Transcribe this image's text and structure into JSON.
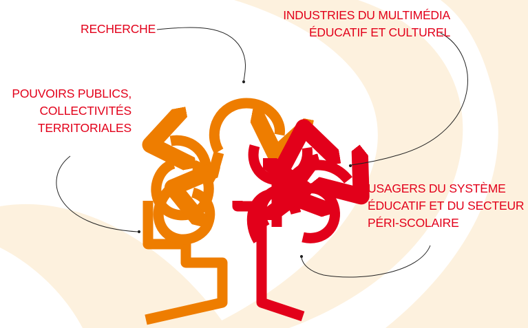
{
  "colors": {
    "background": "#ffffff",
    "swoosh": "#fdf1de",
    "orange": "#ee7d00",
    "red": "#e2001a",
    "connector": "#222222"
  },
  "labels": {
    "recherche": "RECHERCHE",
    "industries": [
      "INDUSTRIES DU MULTIMÉDIA",
      "ÉDUCATIF ET CULTUREL"
    ],
    "pouvoirs": [
      "POUVOIRS PUBLICS,",
      "COLLECTIVITÉS",
      "TERRITORIALES"
    ],
    "usagers": [
      "USAGERS DU SYSTÈME",
      "ÉDUCATIF ET DU SECTEUR",
      "PÉRI-SCOLAIRE"
    ]
  }
}
